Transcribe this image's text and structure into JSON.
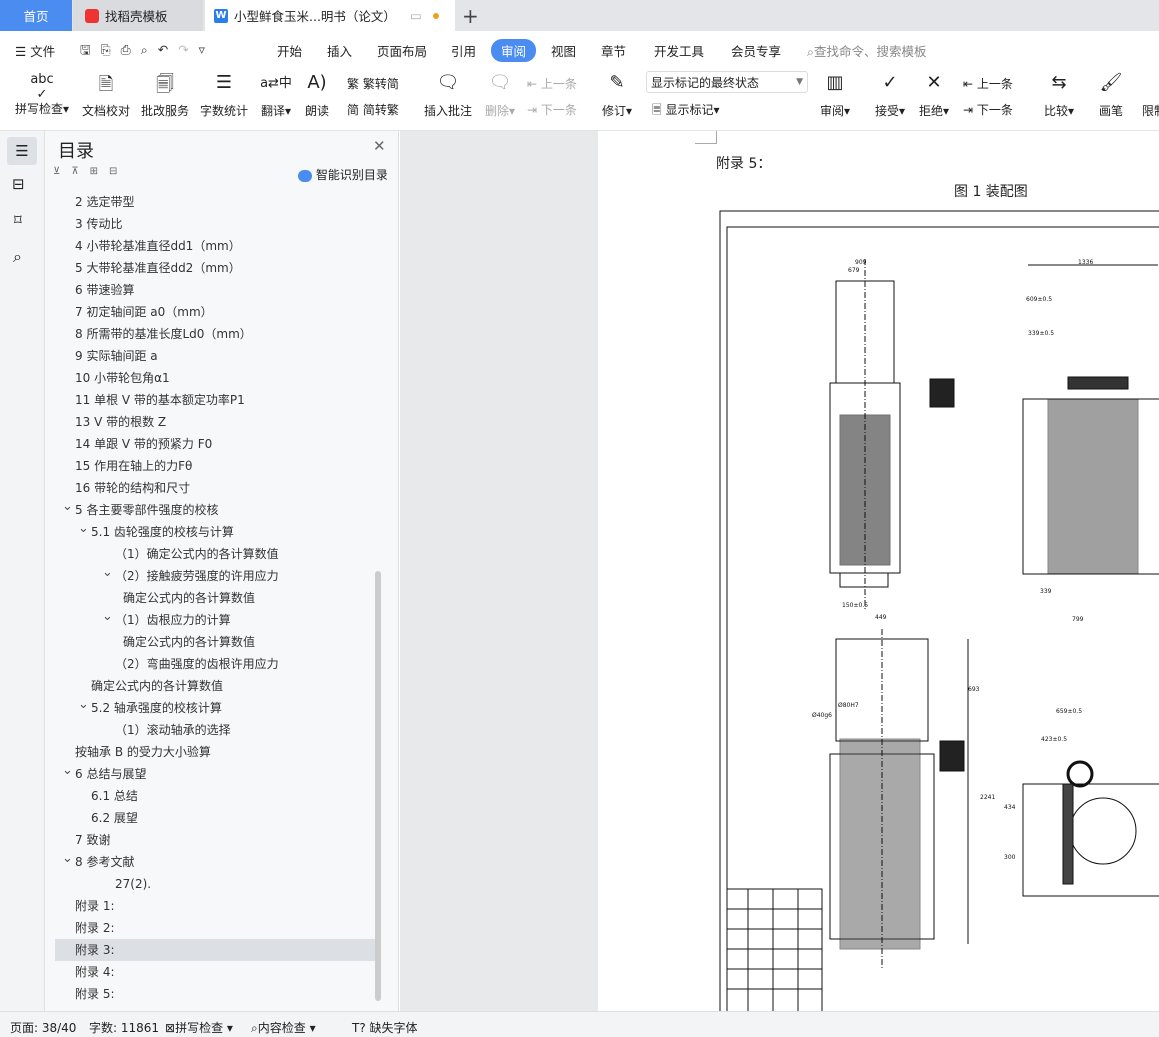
{
  "tabs": [
    {
      "label": "首页"
    },
    {
      "label": "找稻壳模板"
    },
    {
      "label": "小型鲜食玉米...明书（论文）"
    }
  ],
  "menu": {
    "file": "文件",
    "items": [
      "开始",
      "插入",
      "页面布局",
      "引用",
      "审阅",
      "视图",
      "章节",
      "开发工具",
      "会员专享"
    ],
    "active": "审阅",
    "search_placeholder": "查找命令、搜索模板"
  },
  "ribbon": {
    "spell": "拼写检查",
    "doc_check": "文档校对",
    "correct": "批改服务",
    "word_count": "字数统计",
    "translate": "翻译",
    "read": "朗读",
    "t2s": "繁转简",
    "s2t": "简转繁",
    "insert_comment": "插入批注",
    "delete": "删除",
    "prev": "上一条",
    "next": "下一条",
    "revise": "修订",
    "markup_state": "显示标记的最终状态",
    "show_markup": "显示标记",
    "review": "审阅",
    "accept": "接受",
    "reject": "拒绝",
    "prev2": "上一条",
    "next2": "下一条",
    "compare": "比较",
    "pen": "画笔",
    "restrict": "限制"
  },
  "toc": {
    "title": "目录",
    "smart": "智能识别目录",
    "items": [
      {
        "text": "2 选定带型",
        "lvl": 1
      },
      {
        "text": "3 传动比",
        "lvl": 1
      },
      {
        "text": "4 小带轮基准直径dd1（mm）",
        "lvl": 1
      },
      {
        "text": "5 大带轮基准直径dd2（mm）",
        "lvl": 1
      },
      {
        "text": "6 带速验算",
        "lvl": 1
      },
      {
        "text": "7 初定轴间距 a0（mm）",
        "lvl": 1
      },
      {
        "text": "8 所需带的基准长度Ld0（mm）",
        "lvl": 1
      },
      {
        "text": "9 实际轴间距 a",
        "lvl": 1
      },
      {
        "text": "10 小带轮包角α1",
        "lvl": 1
      },
      {
        "text": "11 单根 V 带的基本额定功率P1",
        "lvl": 1
      },
      {
        "text": "13 V 带的根数 Z",
        "lvl": 1
      },
      {
        "text": "14 单跟 V 带的预紧力 F0",
        "lvl": 1
      },
      {
        "text": "15 作用在轴上的力Fθ",
        "lvl": 1
      },
      {
        "text": "16 带轮的结构和尺寸",
        "lvl": 1
      },
      {
        "text": "5 各主要零部件强度的校核",
        "lvl": 1,
        "chev": true
      },
      {
        "text": "5.1 齿轮强度的校核与计算",
        "lvl": 2,
        "chev": true
      },
      {
        "text": "（1）确定公式内的各计算数值",
        "lvl": 3
      },
      {
        "text": "（2）接触疲劳强度的许用应力",
        "lvl": 3,
        "chev": true
      },
      {
        "text": "确定公式内的各计算数值",
        "lvl": 4
      },
      {
        "text": "（1）齿根应力的计算",
        "lvl": 3,
        "chev": true
      },
      {
        "text": "确定公式内的各计算数值",
        "lvl": 4
      },
      {
        "text": "（2）弯曲强度的齿根许用应力",
        "lvl": 3
      },
      {
        "text": "确定公式内的各计算数值",
        "lvl": 2
      },
      {
        "text": "5.2 轴承强度的校核计算",
        "lvl": 2,
        "chev": true
      },
      {
        "text": "（1）滚动轴承的选择",
        "lvl": 3
      },
      {
        "text": "按轴承 B 的受力大小验算",
        "lvl": 1
      },
      {
        "text": "6 总结与展望",
        "lvl": 1,
        "chev": true
      },
      {
        "text": "6.1 总结",
        "lvl": 2
      },
      {
        "text": "6.2 展望",
        "lvl": 2
      },
      {
        "text": "7 致谢",
        "lvl": 1
      },
      {
        "text": "8 参考文献",
        "lvl": 1,
        "chev": true
      },
      {
        "text": "27(2).",
        "lvl": 3
      },
      {
        "text": "附录 1:",
        "lvl": 1
      },
      {
        "text": "附录 2:",
        "lvl": 1
      },
      {
        "text": "附录 3:",
        "lvl": 1,
        "selected": true
      },
      {
        "text": "附录 4:",
        "lvl": 1
      },
      {
        "text": "附录 5:",
        "lvl": 1
      }
    ]
  },
  "doc": {
    "appendix": "附录 5：",
    "figure_title": "图 1 装配图",
    "dims": [
      "909",
      "679",
      "1336",
      "609±0.5",
      "339±0.5",
      "150±0.5",
      "449",
      "339",
      "799",
      "693",
      "Ø80H7",
      "Ø40g6",
      "2241",
      "659±0.5",
      "423±0.5",
      "434",
      "300"
    ]
  },
  "status": {
    "page": "页面: 38/40",
    "words": "字数: 11861",
    "spell": "拼写检查",
    "content": "内容检查",
    "missing_font": "缺失字体"
  },
  "colors": {
    "accent": "#4a8cf0",
    "tab_home": "#4a8cf0"
  }
}
